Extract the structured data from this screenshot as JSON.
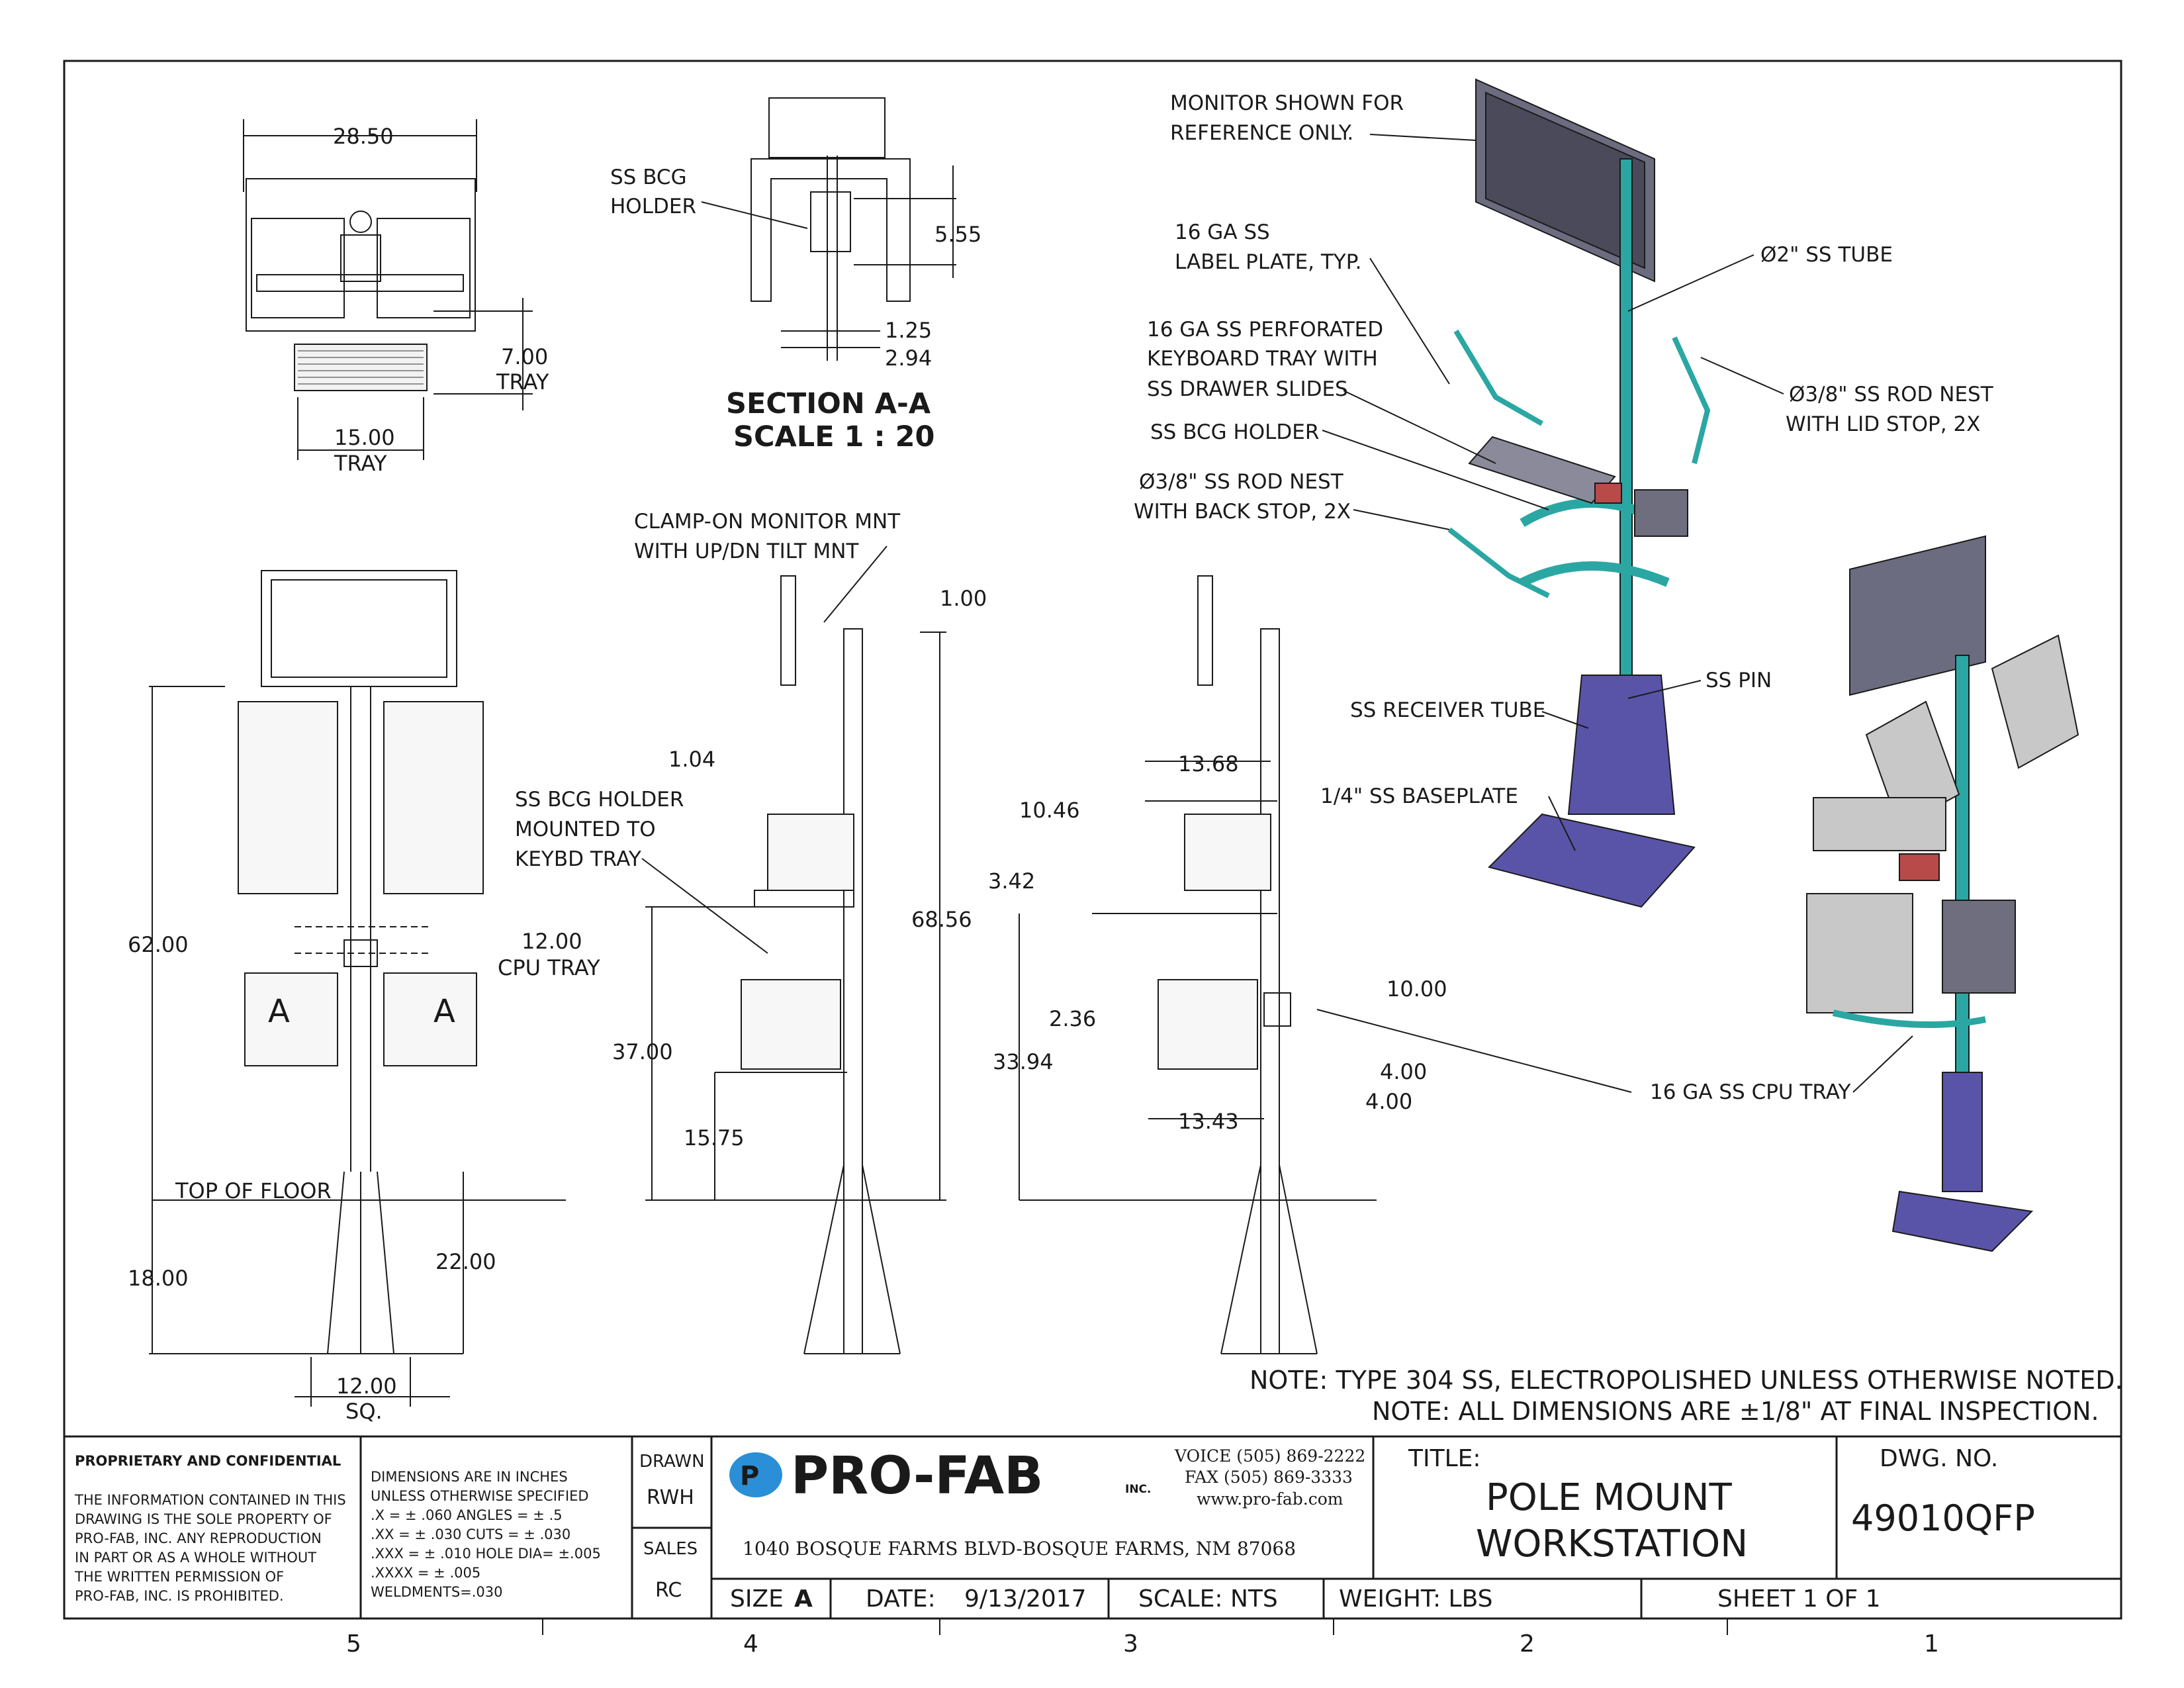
{
  "drawing": {
    "labels": {
      "monitor_ref_1": "MONITOR SHOWN FOR",
      "monitor_ref_2": "REFERENCE ONLY.",
      "label_plate_1": "16 GA SS",
      "label_plate_2": "LABEL PLATE, TYP.",
      "tube": "Ø2\" SS TUBE",
      "kbd_tray_1": "16 GA SS PERFORATED",
      "kbd_tray_2": "KEYBOARD TRAY WITH",
      "kbd_tray_3": "SS DRAWER SLIDES",
      "rod_lid_1": "Ø3/8\" SS ROD NEST",
      "rod_lid_2": "WITH LID STOP, 2X",
      "bcg_holder_iso": "SS BCG HOLDER",
      "rod_back_1": "Ø3/8\" SS ROD NEST",
      "rod_back_2": "WITH BACK STOP, 2X",
      "ss_pin": "SS PIN",
      "receiver_tube": "SS RECEIVER TUBE",
      "baseplate": "1/4\" SS BASEPLATE",
      "cpu_tray": "16 GA SS CPU TRAY",
      "bcg_holder_sec_1": "SS BCG",
      "bcg_holder_sec_2": "HOLDER",
      "section_title": "SECTION A-A",
      "section_scale": "SCALE 1 : 20",
      "clamp_1": "CLAMP-ON MONITOR MNT",
      "clamp_2": "WITH UP/DN TILT MNT",
      "bcg_mounted_1": "SS BCG HOLDER",
      "bcg_mounted_2": "MOUNTED TO",
      "bcg_mounted_3": "KEYBD TRAY",
      "cpu_tray_front_1": "12.00",
      "cpu_tray_front_2": "CPU TRAY",
      "top_of_floor": "TOP OF FLOOR",
      "section_mark": "A"
    },
    "dims": {
      "top_width": "28.50",
      "tray_depth": "7.00",
      "tray_depth_unit": "TRAY",
      "tray_width": "15.00",
      "tray_width_unit": "TRAY",
      "sec_h": "5.55",
      "sec_w1": "1.25",
      "sec_w2": "2.94",
      "mon_offset": "1.00",
      "height_62": "62.00",
      "height_18": "18.00",
      "height_22": "22.00",
      "base_12": "12.00",
      "base_sq": "SQ.",
      "d_104": "1.04",
      "d_6856": "68.56",
      "d_37": "37.00",
      "d_1575": "15.75",
      "d_1368": "13.68",
      "d_1046": "10.46",
      "d_342": "3.42",
      "d_236": "2.36",
      "d_3394": "33.94",
      "d_1343": "13.43",
      "d_10": "10.00",
      "d_4a": "4.00",
      "d_4b": "4.00"
    },
    "notes": {
      "note1": "NOTE: TYPE 304 SS, ELECTROPOLISHED UNLESS OTHERWISE NOTED.",
      "note2": "NOTE: ALL DIMENSIONS ARE ±1/8\" AT FINAL INSPECTION."
    },
    "zones": [
      "5",
      "4",
      "3",
      "2",
      "1"
    ]
  },
  "title_block": {
    "proprietary_title": "PROPRIETARY AND CONFIDENTIAL",
    "proprietary_text": [
      "THE INFORMATION CONTAINED IN THIS",
      "DRAWING IS THE SOLE PROPERTY OF",
      "PRO-FAB, INC.  ANY REPRODUCTION",
      "IN PART OR AS A WHOLE WITHOUT",
      "THE WRITTEN PERMISSION OF",
      "PRO-FAB, INC. IS PROHIBITED."
    ],
    "tolerances": [
      "DIMENSIONS ARE IN INCHES",
      "UNLESS OTHERWISE SPECIFIED",
      ".X = ± .060        ANGLES = ± .5",
      ".XX = ± .030      CUTS = ± .030",
      ".XXX = ± .010    HOLE DIA= ±.005",
      ".XXXX = ± .005",
      "WELDMENTS=.030"
    ],
    "drawn_label": "DRAWN",
    "drawn_by": "RWH",
    "sales_label": "SALES",
    "sales_by": "RC",
    "company": "PRO-FAB",
    "company_suffix": "INC.",
    "voice": "VOICE (505) 869-2222",
    "fax": "FAX (505) 869-3333",
    "web": "www.pro-fab.com",
    "address": "1040 BOSQUE FARMS BLVD-BOSQUE FARMS, NM 87068",
    "title_label": "TITLE:",
    "title_1": "POLE MOUNT",
    "title_2": "WORKSTATION",
    "dwg_label": "DWG.  NO.",
    "dwg_no": "49010QFP",
    "size_label": "SIZE",
    "size": "A",
    "date_label": "DATE:",
    "date": "9/13/2017",
    "scale": "SCALE: NTS",
    "weight": "WEIGHT:  LBS",
    "sheet": "SHEET 1 OF 1"
  },
  "colors": {
    "tube": "#2aa7a3",
    "receiver": "#5a54a8",
    "monitor": "#6c6c80",
    "printer": "#c8c8c8",
    "accent": "#b84a4a",
    "logo_blue": "#2a8fd6"
  }
}
